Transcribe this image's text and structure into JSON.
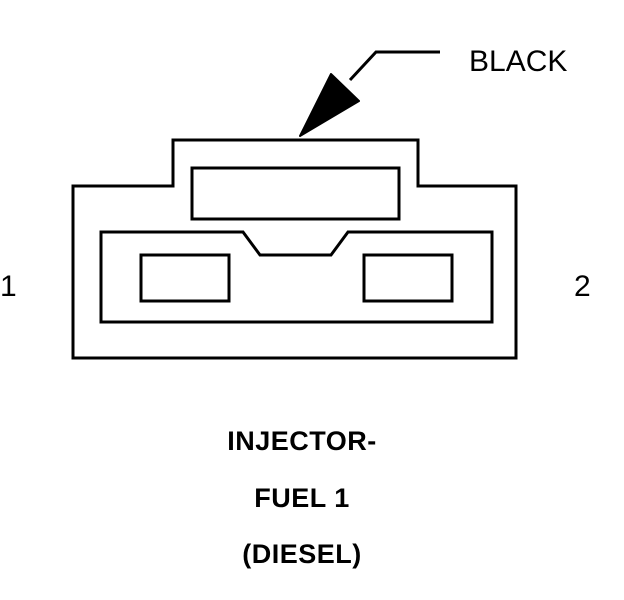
{
  "connector": {
    "color_label": "BLACK",
    "pin_left_label": "1",
    "pin_right_label": "2"
  },
  "caption": {
    "line1": "INJECTOR-",
    "line2": "FUEL 1",
    "line3": "(DIESEL)"
  }
}
